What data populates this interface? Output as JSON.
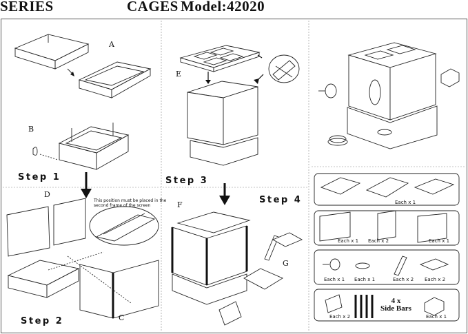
{
  "header": {
    "series": "SERIES",
    "cages": "CAGES",
    "model": "Model:42020"
  },
  "steps": {
    "step1": "Step 1",
    "step2": "Step 2",
    "step3": "Step 3",
    "step4": "Step 4"
  },
  "part_labels": {
    "a": "A",
    "b": "B",
    "c": "C",
    "d": "D",
    "e": "E",
    "f": "F",
    "g": "G"
  },
  "note": "This position must be placed in the second frame of the screen",
  "parts_list": {
    "row1": [
      "Each x 1"
    ],
    "row2": [
      "Each x 1",
      "Each x 2",
      "Each x 1"
    ],
    "row3": [
      "Each x 1",
      "Each x 1",
      "Each x 2",
      "Each x 2"
    ],
    "row4": [
      "Each x 2",
      "Each x 1"
    ],
    "side_bars_count": "4 x",
    "side_bars_label": "Side Bars"
  }
}
